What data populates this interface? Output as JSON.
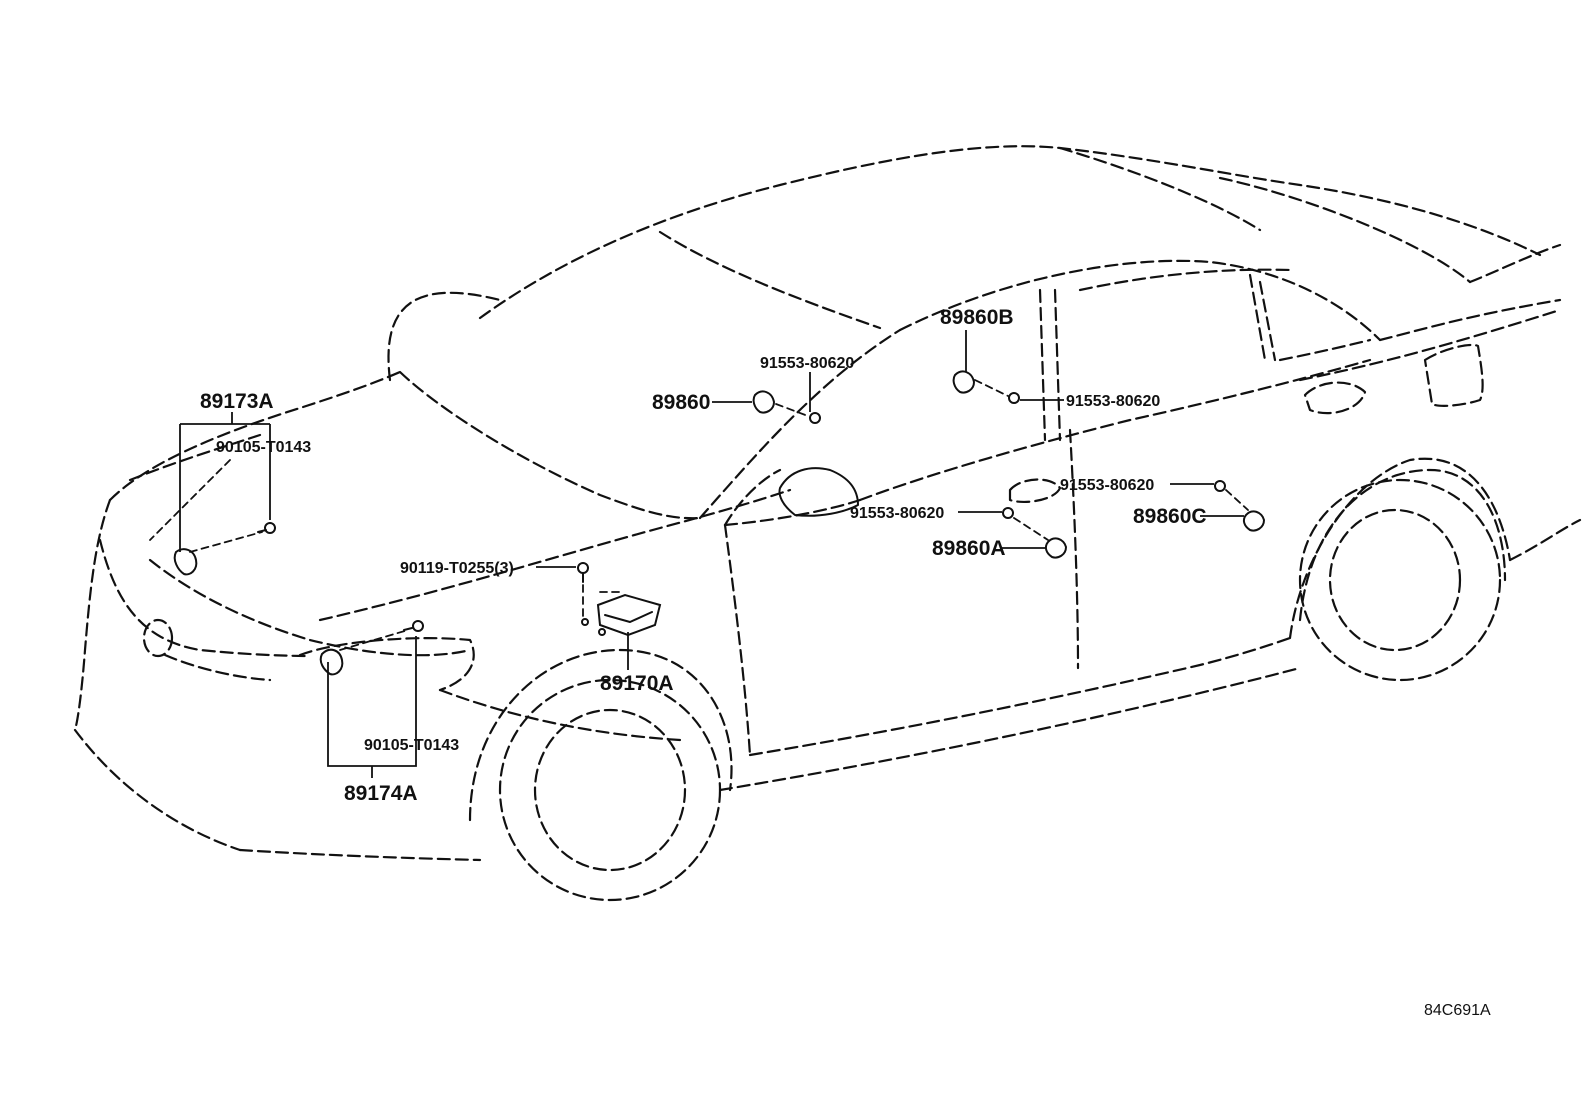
{
  "labels": {
    "p89173A": "89173A",
    "p90105_T0143_top": "90105-T0143",
    "p89860": "89860",
    "p91553_80620_a": "91553-80620",
    "p89860B": "89860B",
    "p91553_80620_b": "91553-80620",
    "p91553_80620_c": "91553-80620",
    "p89860C": "89860C",
    "p91553_80620_d": "91553-80620",
    "p89860A": "89860A",
    "p90119_T0255": "90119-T0255(3)",
    "p89170A": "89170A",
    "p90105_T0143_bottom": "90105-T0143",
    "p89174A": "89174A"
  },
  "diagram_code": "84C691A"
}
